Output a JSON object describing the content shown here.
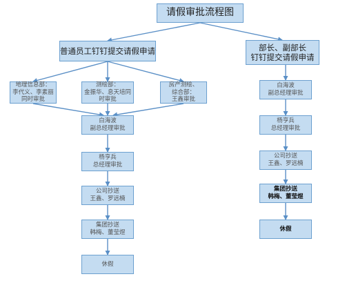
{
  "title": "请假审批流程图",
  "left_branch": {
    "header": "普通员工钉钉提交请假申请",
    "departments": [
      {
        "lines": [
          "地理信息部：",
          "李代义、李素丽",
          "同时审批"
        ]
      },
      {
        "lines": [
          "测绘部：",
          "金振华、息天培同",
          "时审批"
        ]
      },
      {
        "lines": [
          "房产测绘、",
          "综合部：",
          "王鑫审批"
        ]
      }
    ],
    "steps": [
      {
        "lines": [
          "白海波",
          "副总经理审批"
        ]
      },
      {
        "lines": [
          "杨亨兵",
          "总经理审批"
        ]
      },
      {
        "lines": [
          "公司抄送",
          "王鑫、罗远楠"
        ]
      },
      {
        "lines": [
          "集团抄送",
          "韩梅、董莹煜"
        ]
      },
      {
        "lines": [
          "休假"
        ]
      }
    ]
  },
  "right_branch": {
    "header_lines": [
      "部长、副部长",
      "钉钉提交请假申请"
    ],
    "steps": [
      {
        "lines": [
          "白海波",
          "副总经理审批"
        ]
      },
      {
        "lines": [
          "杨亨兵",
          "总经理审批"
        ]
      },
      {
        "lines": [
          "公司抄送",
          "王鑫、罗远楠"
        ]
      },
      {
        "lines": [
          "集团抄送",
          "韩梅、董莹煜"
        ]
      },
      {
        "lines": [
          "休假"
        ]
      }
    ]
  },
  "colors": {
    "box_fill": "#c4dcf1",
    "box_border": "#6b9fcf",
    "arrow": "#5a8fc6"
  }
}
